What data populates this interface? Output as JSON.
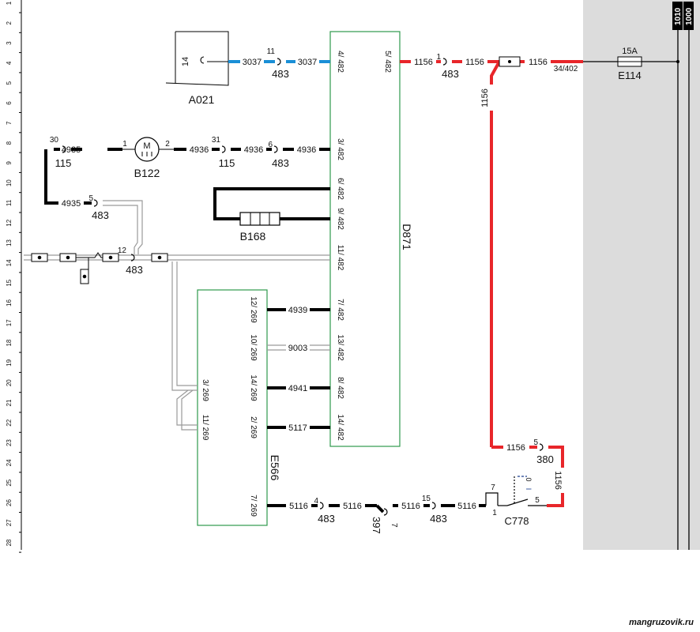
{
  "row_numbers": [
    "1",
    "2",
    "3",
    "4",
    "5",
    "6",
    "7",
    "8",
    "9",
    "10",
    "11",
    "12",
    "13",
    "14",
    "15",
    "16",
    "17",
    "18",
    "19",
    "20",
    "21",
    "22",
    "23",
    "24",
    "25",
    "26",
    "27",
    "28"
  ],
  "bus_labels": {
    "left": "1010",
    "right": "1000"
  },
  "components": {
    "A021": {
      "name": "A021",
      "pin": "14"
    },
    "D871": {
      "name": "D871"
    },
    "B122": {
      "name": "B122",
      "symbol": "M",
      "pin1": "1",
      "pin2": "2"
    },
    "B168": {
      "name": "B168"
    },
    "E566": {
      "name": "E566"
    },
    "E114": {
      "name": "E114",
      "rating": "15A",
      "ref": "34/402"
    },
    "C778": {
      "name": "C778",
      "pin_7": "7",
      "pin_1": "1",
      "pin_5": "5",
      "pos_0": "0",
      "pos_1": "I"
    }
  },
  "connectors": [
    {
      "pin": "11",
      "id": "483"
    },
    {
      "pin": "1",
      "id": "483"
    },
    {
      "pin": "30",
      "id": "115"
    },
    {
      "pin": "31",
      "id": "115"
    },
    {
      "pin": "6",
      "id": "483"
    },
    {
      "pin": "5",
      "id": "483"
    },
    {
      "pin": "12",
      "id": "483"
    },
    {
      "pin": "4",
      "id": "483"
    },
    {
      "pin": "7",
      "id": "397"
    },
    {
      "pin": "15",
      "id": "483"
    },
    {
      "pin": "5",
      "id": "380"
    }
  ],
  "d871_pins": [
    "4/ 482",
    "5/ 482",
    "3/ 482",
    "6/ 482",
    "9/ 482",
    "11/ 482",
    "7/ 482",
    "13/ 482",
    "8/ 482",
    "14/ 482"
  ],
  "e566_pins": [
    "12/ 269",
    "10/ 269",
    "14/ 269",
    "2/ 269",
    "3/ 269",
    "11/ 269",
    "7/ 269"
  ],
  "wires": [
    {
      "num": "3037",
      "color": "blue"
    },
    {
      "num": "3037",
      "color": "blue"
    },
    {
      "num": "1156",
      "color": "red"
    },
    {
      "num": "1156",
      "color": "red"
    },
    {
      "num": "1156",
      "color": "red"
    },
    {
      "num": "1156",
      "color": "red"
    },
    {
      "num": "1156",
      "color": "red"
    },
    {
      "num": "1156",
      "color": "red"
    },
    {
      "num": "4935",
      "color": "black"
    },
    {
      "num": "4936",
      "color": "black"
    },
    {
      "num": "4936",
      "color": "black"
    },
    {
      "num": "4936",
      "color": "black"
    },
    {
      "num": "4935",
      "color": "black"
    },
    {
      "num": "4939",
      "color": "black"
    },
    {
      "num": "9003",
      "color": "white"
    },
    {
      "num": "4941",
      "color": "black"
    },
    {
      "num": "5117",
      "color": "black"
    },
    {
      "num": "5116",
      "color": "black"
    },
    {
      "num": "5116",
      "color": "black"
    },
    {
      "num": "5116",
      "color": "black"
    },
    {
      "num": "5116",
      "color": "black"
    }
  ],
  "colors": {
    "red": "#e8262a",
    "blue": "#1a8fd6",
    "black": "#000000",
    "green": "#2e9a4c",
    "panel": "#dcdcdc",
    "shield": "#9a9a9a"
  },
  "watermark": "mangruzovik.ru"
}
